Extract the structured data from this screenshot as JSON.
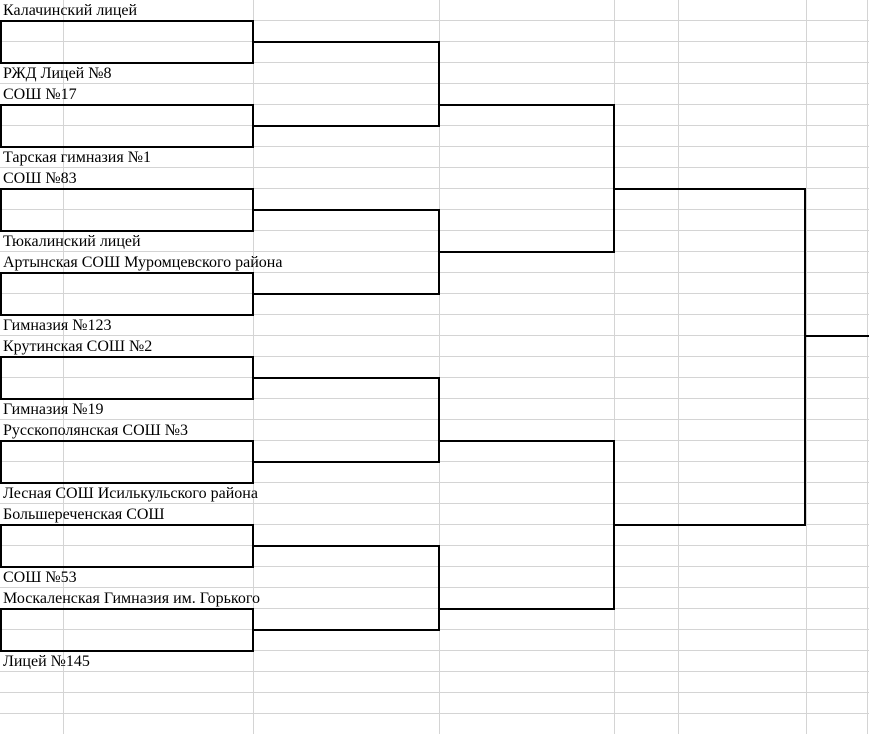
{
  "bracket": {
    "teams": [
      "Калачинский лицей",
      "РЖД Лицей №8",
      "СОШ №17",
      "Тарская гимназия №1",
      "СОШ №83",
      "Тюкалинский лицей",
      "Артынская СОШ Муромцевского района",
      "Гимназия №123",
      "Крутинская СОШ №2",
      "Гимназия №19",
      "Русскополянская СОШ №3",
      "Лесная СОШ Исилькульского района",
      "Большереченская СОШ",
      "СОШ №53",
      "Москаленская Гимназия им. Горького",
      "Лицей №145"
    ],
    "round1_pairs": [
      [
        "Калачинский лицей",
        "РЖД Лицей №8"
      ],
      [
        "СОШ №17",
        "Тарская гимназия №1"
      ],
      [
        "СОШ №83",
        "Тюкалинский лицей"
      ],
      [
        "Артынская СОШ Муромцевского района",
        "Гимназия №123"
      ],
      [
        "Крутинская СОШ №2",
        "Гимназия №19"
      ],
      [
        "Русскополянская СОШ №3",
        "Лесная СОШ Исилькульского района"
      ],
      [
        "Большереченская СОШ",
        "СОШ №53"
      ],
      [
        "Москаленская Гимназия им. Горького",
        "Лицей №145"
      ]
    ],
    "rounds_visible": 4
  },
  "colors": {
    "gridline": "#d4d4d4",
    "bracket_line": "#000000",
    "text": "#000000",
    "background": "#ffffff"
  }
}
